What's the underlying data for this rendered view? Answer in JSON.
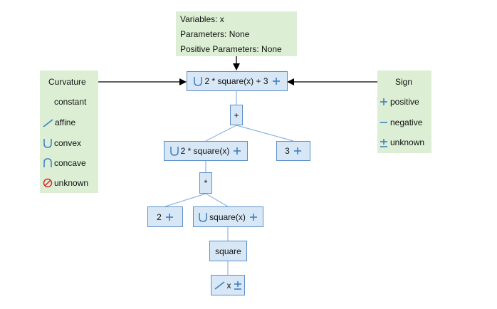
{
  "info_box": {
    "variables": "Variables: x",
    "parameters": "Parameters: None",
    "positive_parameters": "Positive Parameters: None"
  },
  "curvature_legend": {
    "title": "Curvature",
    "items": [
      {
        "label": "constant",
        "icon": "none"
      },
      {
        "label": "affine",
        "icon": "affine-icon"
      },
      {
        "label": "convex",
        "icon": "convex-icon"
      },
      {
        "label": "concave",
        "icon": "concave-icon"
      },
      {
        "label": "unknown",
        "icon": "unknown-curvature-icon"
      }
    ]
  },
  "sign_legend": {
    "title": "Sign",
    "items": [
      {
        "label": "positive",
        "icon": "plus-icon"
      },
      {
        "label": "negative",
        "icon": "minus-icon"
      },
      {
        "label": "unknown",
        "icon": "plus-minus-icon"
      }
    ]
  },
  "tree": {
    "root": "2 * square(x) + 3",
    "plus_op": "+",
    "left_expr": "2 * square(x)",
    "right_const": "3",
    "times_op": "*",
    "const_two": "2",
    "square_expr": "square(x)",
    "square_fn": "square",
    "leaf_var": "x"
  },
  "colors": {
    "legend_bg": "#dcefd4",
    "node_bg": "#d8e7f6",
    "node_border": "#5b8fc8",
    "icon_blue": "#3a7fc4",
    "unknown_red": "#d42a2a"
  }
}
